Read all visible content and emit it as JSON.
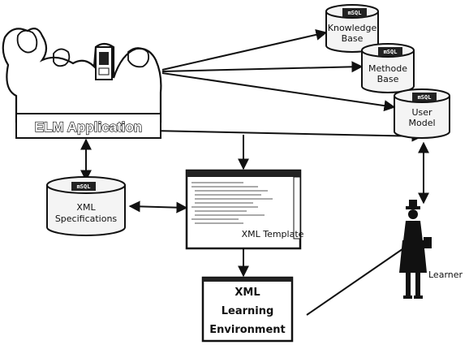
{
  "diagram": {
    "application_label": "ELM Application",
    "databases": [
      {
        "id": "knowledge",
        "tag": "mSQL",
        "label_lines": [
          "Knowledge",
          "Base"
        ]
      },
      {
        "id": "methode",
        "tag": "mSQL",
        "label_lines": [
          "Methode",
          "Base"
        ]
      },
      {
        "id": "usermodel",
        "tag": "mSQL",
        "label_lines": [
          "User",
          "Model"
        ]
      },
      {
        "id": "xmlspec",
        "tag": "mSQL",
        "label_lines": [
          "XML",
          "Specifications"
        ]
      }
    ],
    "template_label": "XML Template",
    "environment_label_lines": [
      "XML",
      "Learning",
      "Environment"
    ],
    "learner_label": "Learner",
    "colors": {
      "line": "#111111",
      "db_fill": "#f4f4f4",
      "tag": "#222222"
    }
  }
}
